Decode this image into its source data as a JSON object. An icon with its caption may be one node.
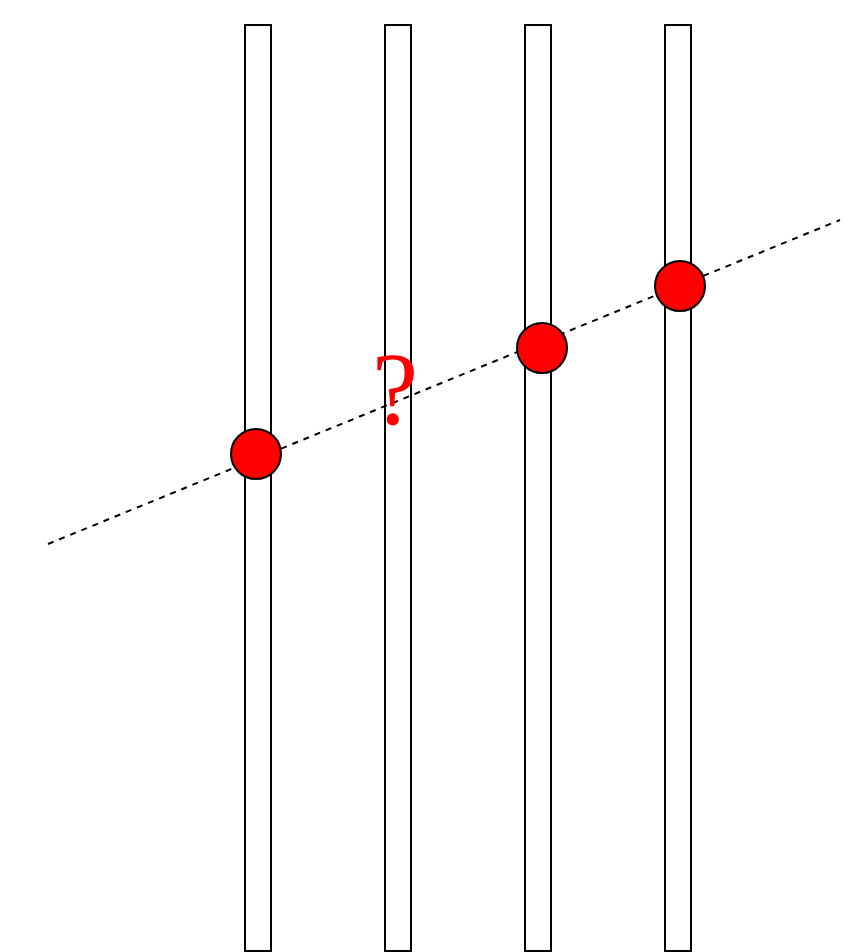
{
  "diagram": {
    "nodes": [
      {
        "text": [],
        "shape": "bar"
      },
      {
        "text": [],
        "shape": "bar"
      },
      {
        "text": [],
        "shape": "bar"
      },
      {
        "text": [],
        "shape": "bar"
      },
      {
        "text": [],
        "shape": "circle"
      },
      {
        "text": [],
        "shape": "circle"
      },
      {
        "text": [],
        "shape": "circle"
      }
    ],
    "labels": [
      "?"
    ]
  }
}
